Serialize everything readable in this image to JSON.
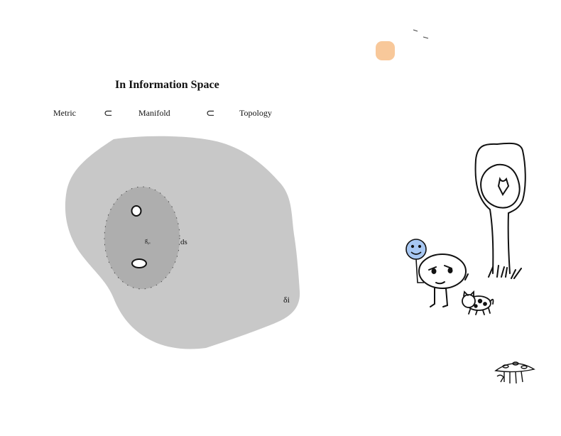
{
  "title": "In Information Space",
  "hierarchy": {
    "metric": "Metric",
    "subset_1": "⊂",
    "manifold": "Manifold",
    "subset_2": "⊂",
    "topology": "Topology"
  },
  "symbols": {
    "metric_tensor": "g",
    "metric_tensor_sub": "μν",
    "line_element": "ds",
    "delta_i": "δi"
  },
  "colors": {
    "outer_region": "#c8c8c8",
    "inner_region": "#aeaeae",
    "sun": "#f8c89a",
    "balloon": "#a7c7f2",
    "ink": "#111111"
  }
}
